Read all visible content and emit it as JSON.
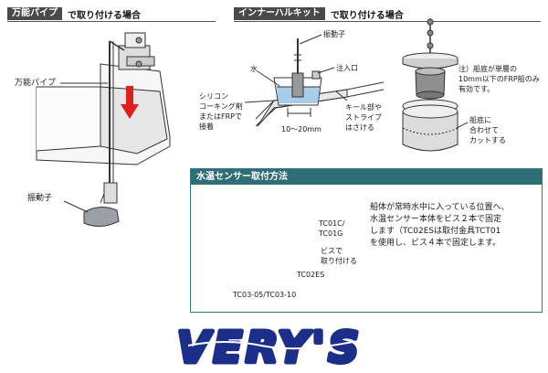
{
  "left_section": {
    "tag": "万能パイプ",
    "title": "で取り付ける場合",
    "pipe_label": "万能パイプ",
    "transducer_label": "振動子"
  },
  "middle_section": {
    "tag": "インナーハルキット",
    "title": "で取り付ける場合",
    "transducer_label": "振動子",
    "water_label": "水",
    "inlet_label": "注入口",
    "silicone_label": "シリコン\nコーキング剤\nまたはFRPで\n接着",
    "thickness_label": "10〜20mm",
    "keel_label": "キール部や\nストライブ\nはさける"
  },
  "right_section": {
    "note": "注）船底が単層の\n10mm以下のFRP船のみ\n有効です。",
    "cut_label": "船底に\n合わせて\nカットする"
  },
  "sensor_panel": {
    "title": "水温センサー取付方法",
    "tc01_label": "TC01C/\nTC01G",
    "screw_label": "ビスで\n取り付ける",
    "tc02_label": "TC02ES",
    "tc03_label": "TC03-05/TC03-10",
    "description": "船体が常時水中に入っている位置へ、\n水温センサー本体をビス２本で固定\nします（TC02ESは取付金具TCT01\nを使用し、ビス４本で固定します。"
  },
  "logo": {
    "text": "VERY'S",
    "color": "#1b2f8a"
  }
}
